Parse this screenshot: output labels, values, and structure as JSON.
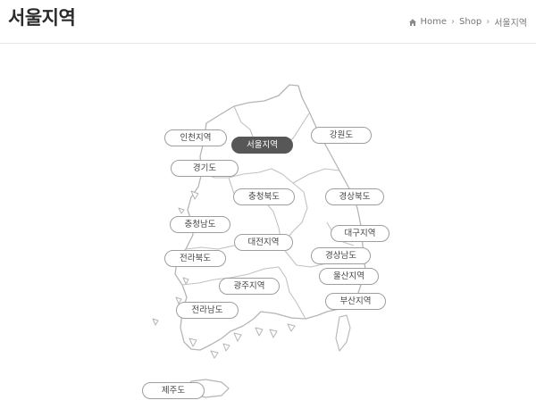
{
  "page": {
    "title": "서울지역"
  },
  "breadcrumb": {
    "home": "Home",
    "shop": "Shop",
    "current": "서울지역"
  },
  "regions": {
    "incheon": "인천지역",
    "seoul": "서울지역",
    "gangwon": "강원도",
    "gyeonggi": "경기도",
    "chungbuk": "충청북도",
    "gyeongbuk": "경상북도",
    "chungnam": "충청남도",
    "daegu": "대구지역",
    "daejeon": "대전지역",
    "gyeongnam": "경상남도",
    "jeonbuk": "전라북도",
    "ulsan": "울산지역",
    "gwangju": "광주지역",
    "busan": "부산지역",
    "jeonnam": "전라남도",
    "jeju": "제주도"
  },
  "selected_region": "서울지역",
  "colors": {
    "active_bg": "#575757",
    "border": "#9e9e9e",
    "map_outline": "#b5b5b5"
  }
}
